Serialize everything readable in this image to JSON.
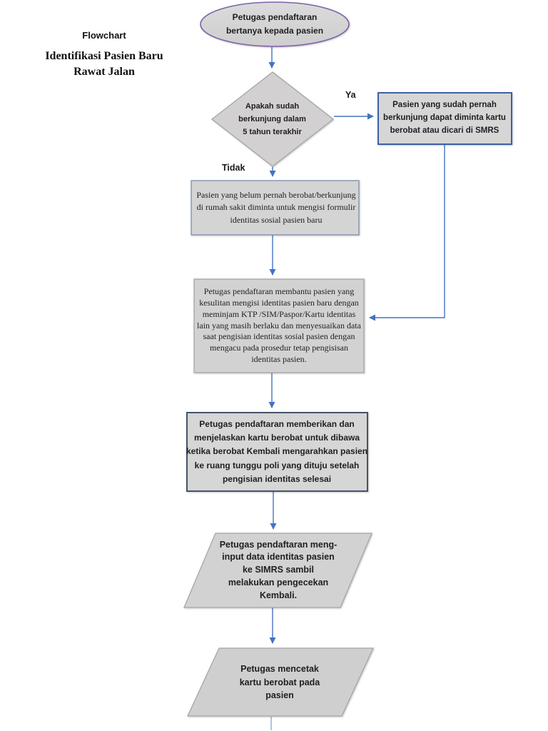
{
  "header": {
    "title": "Flowchart",
    "subtitle": "Identifikasi Pasien Baru Rawat Jalan"
  },
  "flow": {
    "start": "Petugas pendaftaran bertanya kepada pasien",
    "decision": "Apakah sudah berkunjung dalam 5 tahun terakhir",
    "label_yes": "Ya",
    "label_no": "Tidak",
    "yes_result": "Pasien yang sudah pernah berkunjung dapat diminta kartu berobat atau dicari di SMRS",
    "no_result": "Pasien yang belum pernah berobat/berkunjung di rumah sakit diminta untuk mengisi formulir identitas sosial pasien baru",
    "assist": "Petugas pendaftaran membantu pasien yang kesulitan mengisi identitas pasien baru dengan meminjam KTP /SIM/Paspor/Kartu identitas lain yang masih berlaku dan menyesuaikan data saat pengisian identitas sosial pasien dengan mengacu pada prosedur tetap pengisisan identitas pasien.",
    "give_card": "Petugas pendaftaran memberikan dan menjelaskan kartu berobat untuk dibawa ketika berobat Kembali mengarahkan pasien ke ruang tunggu poli yang dituju setelah pengisian identitas selesai",
    "input_simrs": "Petugas pendaftaran meng-input data identitas pasien ke SIMRS sambil melakukan pengecekan Kembali.",
    "print_card": "Petugas mencetak kartu berobat pada pasien"
  },
  "colors": {
    "node_fill": "#d4d4d4",
    "gray_border": "#a6a6a6",
    "blue_border": "#3d5fa6",
    "slate_border": "#44546a",
    "ellipse_border": "#7d62a8",
    "arrow_blue": "#4472c4",
    "tail_line": "#8faadc"
  }
}
